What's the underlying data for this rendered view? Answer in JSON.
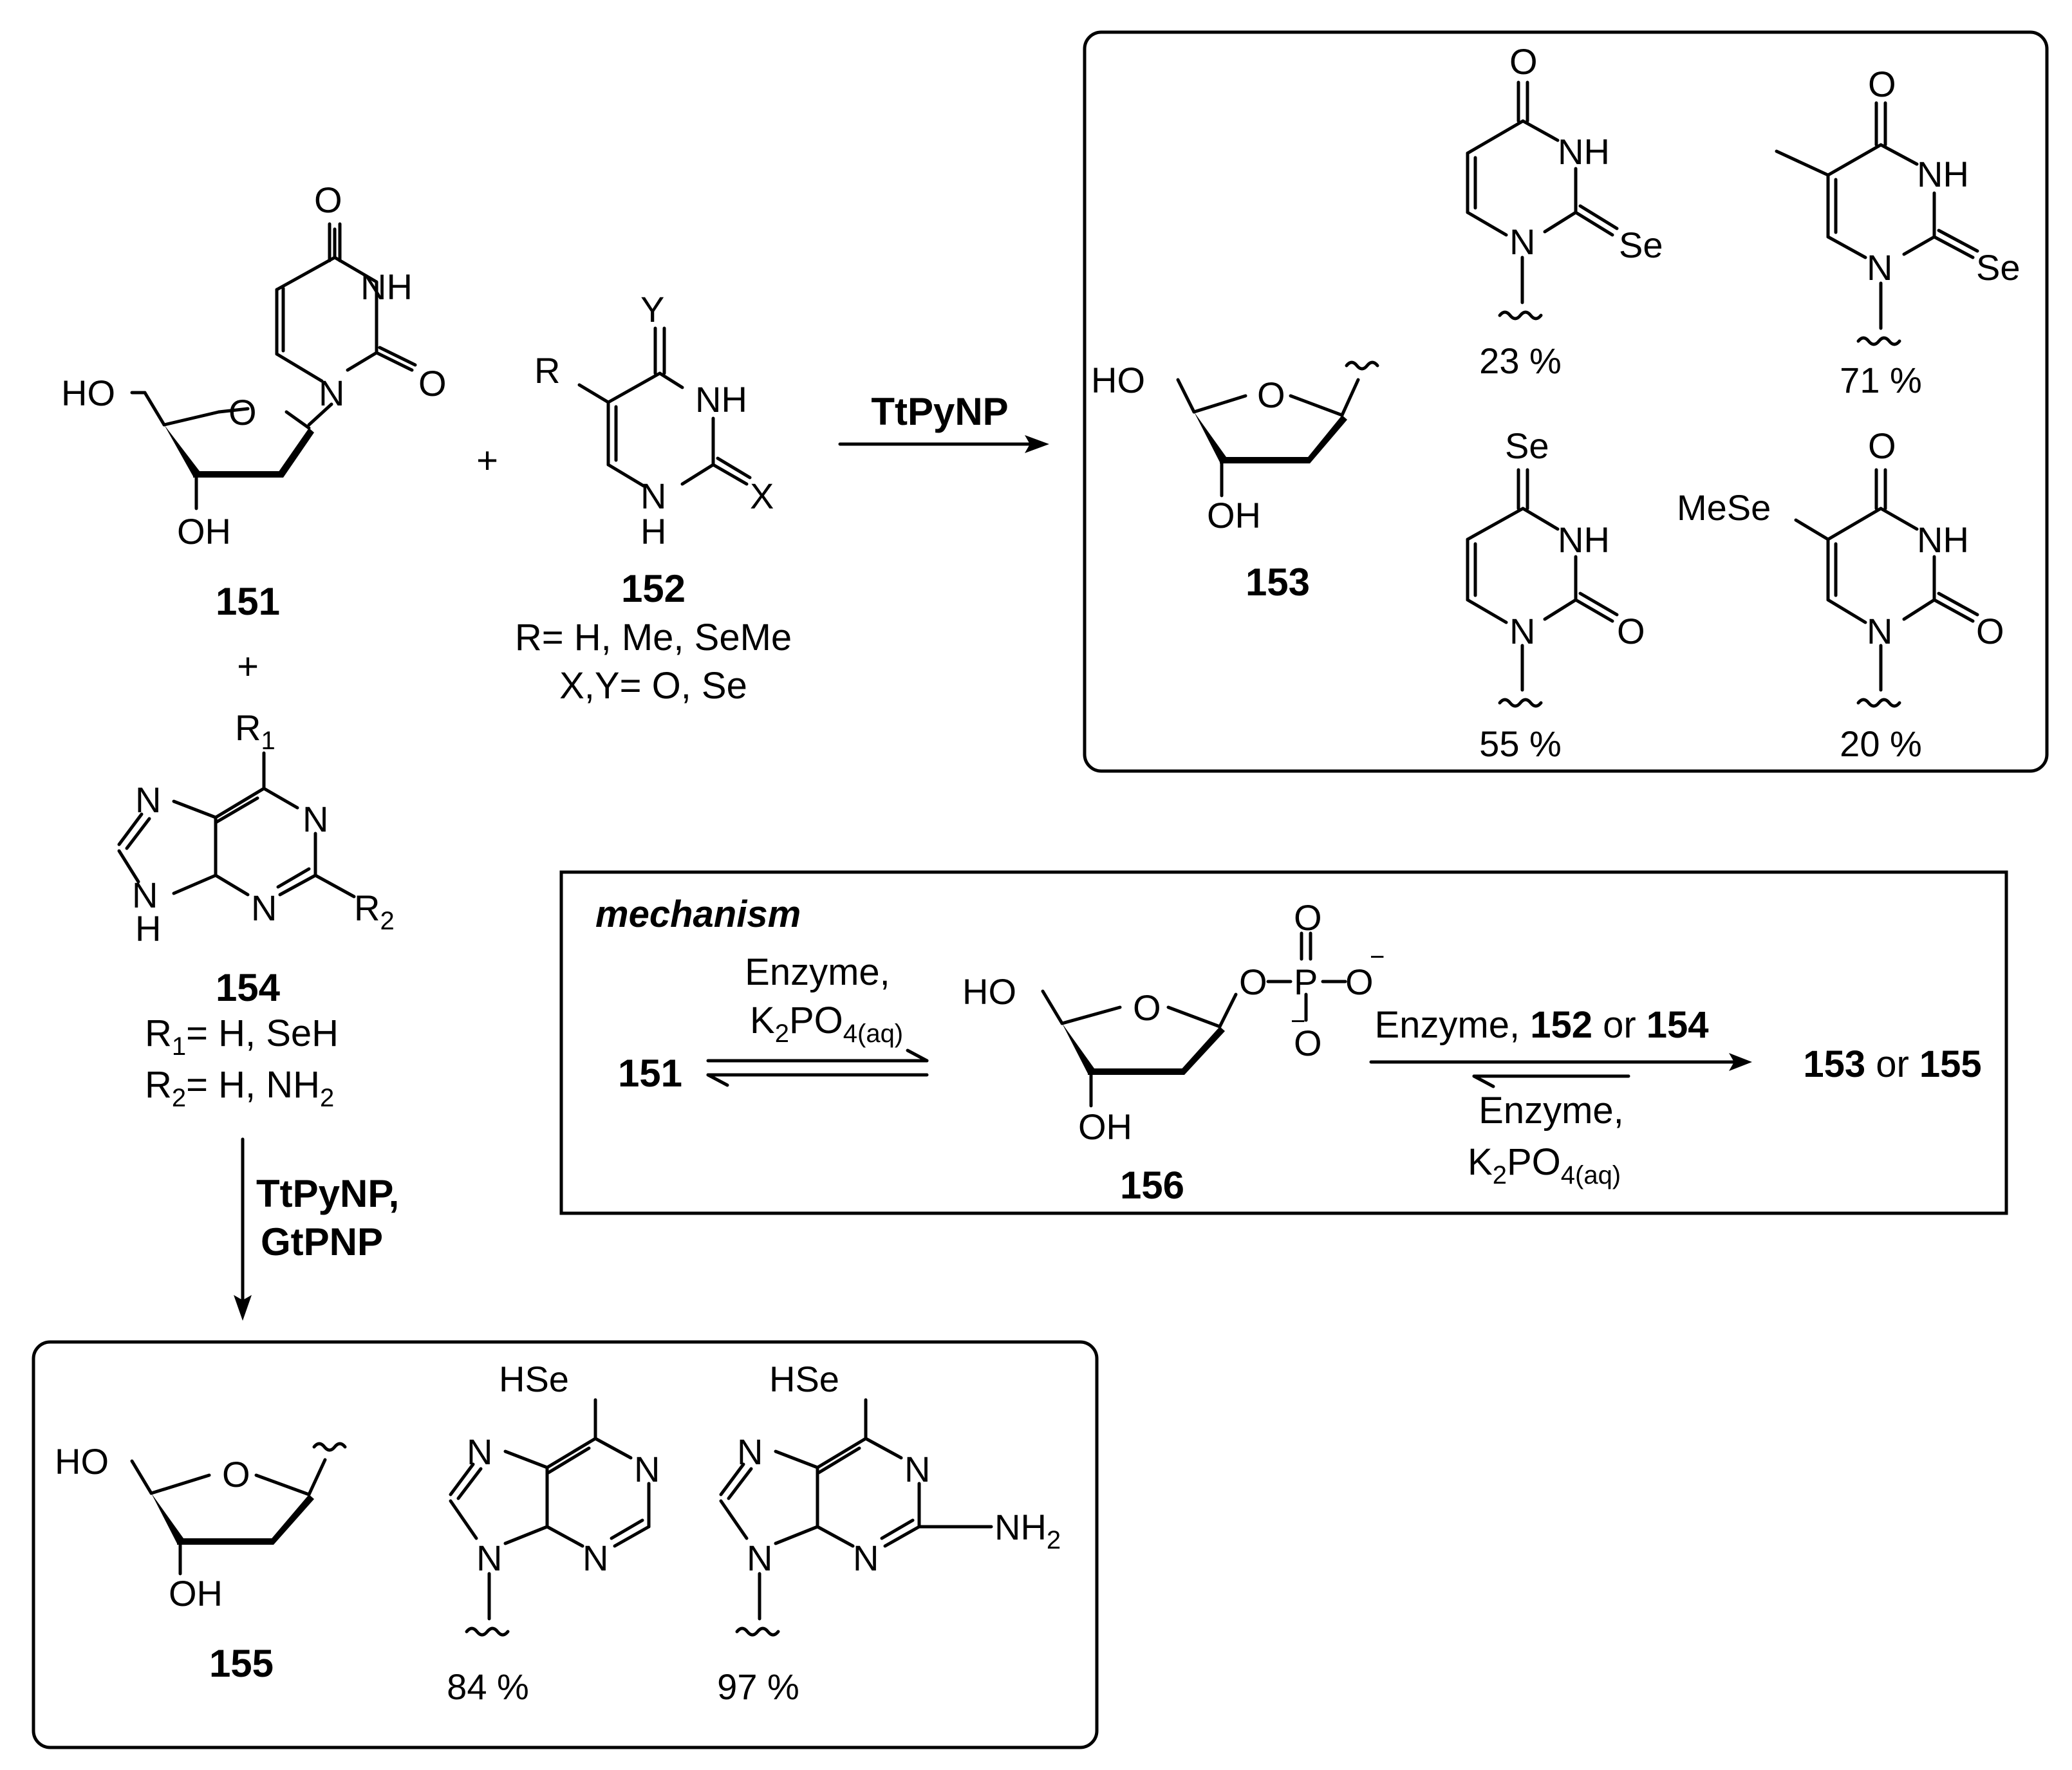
{
  "compound_151": {
    "number": "151",
    "atoms": {
      "o_top": "O",
      "nh": "NH",
      "o_right": "O",
      "n": "N",
      "ho": "HO",
      "ring_o": "O",
      "oh": "OH"
    }
  },
  "plus_1": "+",
  "plus_2": "+",
  "compound_152": {
    "number": "152",
    "atoms": {
      "y": "Y",
      "r": "R",
      "nh": "NH",
      "x": "X",
      "n": "N",
      "h": "H"
    },
    "r_def": "R= H, Me, SeMe",
    "xy_def": "X,Y= O, Se"
  },
  "compound_154": {
    "number": "154",
    "atoms": {
      "r1": "R",
      "r1_sub": "1",
      "n_top": "N",
      "n_right": "N",
      "n_bottom": "N",
      "r2": "R",
      "r2_sub": "2",
      "nh_n": "N",
      "nh_h": "H"
    },
    "r1_def": "= H, SeH",
    "r2_def": "= H, NH"
  },
  "step_1": {
    "reagent": "TtPyNP"
  },
  "step_2": {
    "reagent_line1": "TtPyNP,",
    "reagent_line2": "GtPNP"
  },
  "box_153": {
    "number": "153",
    "sugar": {
      "ho": "HO",
      "ring_o": "O",
      "oh": "OH"
    },
    "bases": [
      {
        "atoms": {
          "o": "O",
          "nh": "NH",
          "n": "N",
          "se": "Se"
        },
        "yield": "23 %"
      },
      {
        "atoms": {
          "o": "O",
          "nh": "NH",
          "n": "N",
          "se": "Se"
        },
        "yield": "71 %"
      },
      {
        "atoms": {
          "se": "Se",
          "nh": "NH",
          "n": "N",
          "o": "O"
        },
        "yield": "55 %"
      },
      {
        "atoms": {
          "mese": "MeSe",
          "o_top": "O",
          "nh": "NH",
          "n": "N",
          "o": "O"
        },
        "yield": "20 %"
      }
    ]
  },
  "box_155": {
    "number": "155",
    "sugar": {
      "ho": "HO",
      "ring_o": "O",
      "oh": "OH"
    },
    "bases": [
      {
        "atoms": {
          "hse": "HSe",
          "n1": "N",
          "n2": "N",
          "n3": "N",
          "n4": "N"
        },
        "yield": "84 %"
      },
      {
        "atoms": {
          "hse": "HSe",
          "n1": "N",
          "n2": "N",
          "n3": "N",
          "n4": "N",
          "nh2": "NH"
        },
        "yield": "97 %"
      }
    ]
  },
  "mechanism": {
    "title": "mechanism",
    "left_compound": "151",
    "left_cond_line1": "Enzyme,",
    "left_cond_line2": "K",
    "right_cond_top_a": "Enzyme, ",
    "right_cond_top_b": "152",
    "right_cond_top_c": " or ",
    "right_cond_top_d": "154",
    "right_cond_bottom_line1": "Enzyme,",
    "right_cond_bottom_line2": "K",
    "product_a": "153",
    "product_or": " or ",
    "product_b": "155",
    "intermediate": {
      "number": "156",
      "ho": "HO",
      "ring_o": "O",
      "oh": "OH",
      "o1": "O",
      "p": "P",
      "o_top": "O",
      "o_minus": "O",
      "o_bottom": "O"
    }
  }
}
